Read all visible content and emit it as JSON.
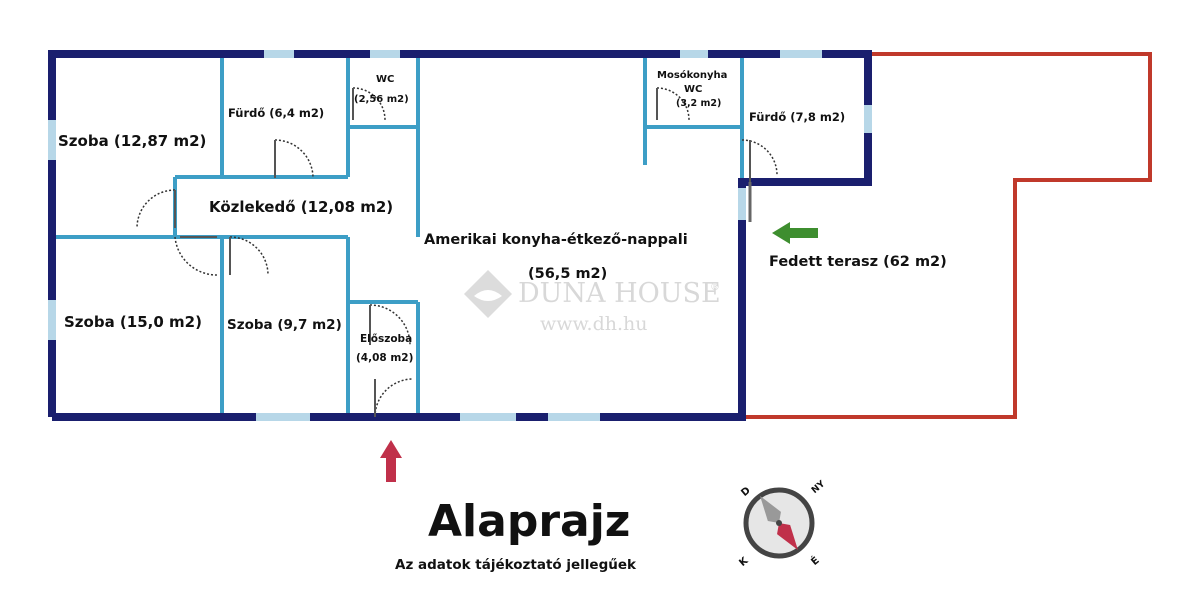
{
  "rooms": {
    "szoba1": "Szoba (12,87 m2)",
    "furdo1": "Fürdő (6,4 m2)",
    "wc1_name": "WC",
    "wc1_area": "(2,56 m2)",
    "mosokonyha_name": "Mosókonyha",
    "mosokonyha_wc": "WC",
    "mosokonyha_area": "(3,2 m2)",
    "furdo2": "Fürdő (7,8 m2)",
    "kozlekedo": "Közlekedő (12,08 m2)",
    "nappali_name": "Amerikai konyha-étkező-nappali",
    "nappali_area": "(56,5 m2)",
    "terasz": "Fedett terasz (62 m2)",
    "szoba2": "Szoba (15,0 m2)",
    "szoba3": "Szoba (9,7 m2)",
    "eloszoba_name": "Előszoba",
    "eloszoba_area": "(4,08 m2)"
  },
  "watermark": {
    "brand": "DUNA HOUSE",
    "registered": "®",
    "url": "www.dh.hu"
  },
  "title": "Alaprajz",
  "subtitle": "Az adatok tájékoztató jellegűek",
  "compass": {
    "d": "D",
    "k": "K",
    "ny": "NY",
    "e": "É"
  },
  "colors": {
    "outer_wall": "#1a1f6e",
    "inner_wall": "#3d9ec6",
    "terrace": "#c0392b",
    "window": "#b7d7e8",
    "green_arrow": "#3e8e2f",
    "entry_arrow": "#c0304a"
  }
}
